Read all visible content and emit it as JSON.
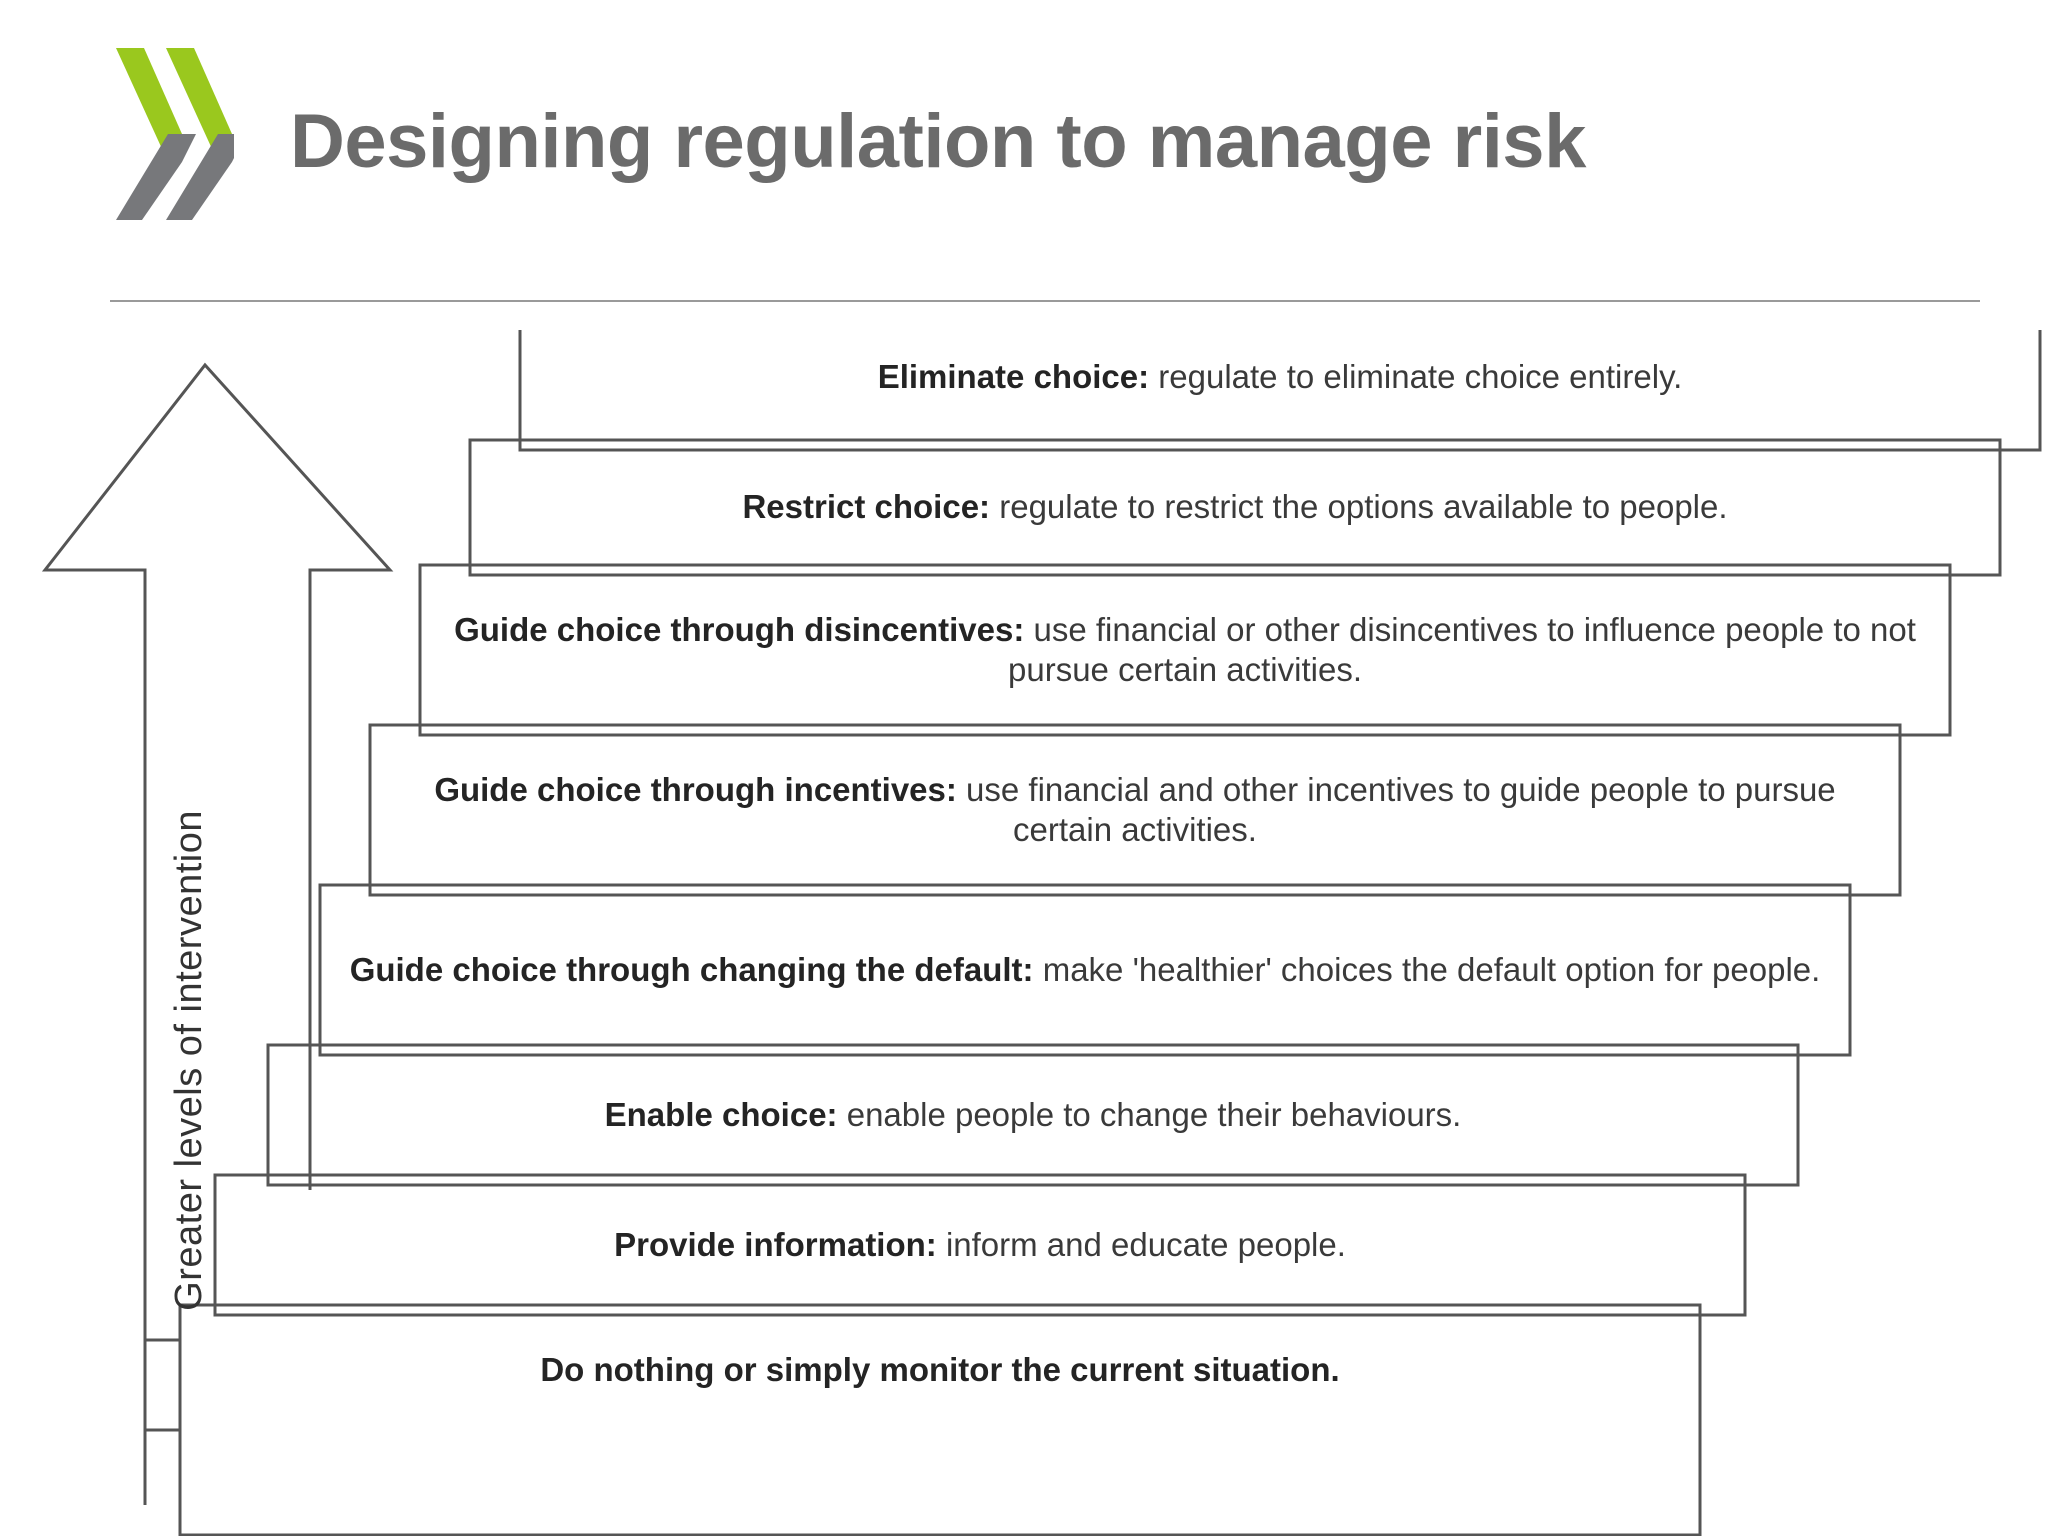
{
  "slide": {
    "title": "Designing regulation to manage risk",
    "logo_name": "double-chevron-logo",
    "colors": {
      "title_gray": "#6b6b6b",
      "logo_green": "#9ac81e",
      "logo_gray": "#77787b",
      "rule_gray": "#9a9a9a",
      "box_border": "#555555",
      "text_dark": "#242424"
    }
  },
  "diagram": {
    "name": "ladder-of-intervention",
    "axis_label": "Greater levels of intervention",
    "arrow_name": "upward-arrow",
    "steps": [
      {
        "level": 8,
        "label": "Eliminate choice:",
        "description": " regulate to eliminate choice entirely.",
        "lines": [
          "Eliminate choice: regulate to eliminate choice entirely."
        ]
      },
      {
        "level": 7,
        "label": "Restrict choice:",
        "description": " regulate to restrict the options available to people.",
        "lines": [
          "Restrict choice: regulate to restrict the options available to people."
        ]
      },
      {
        "level": 6,
        "label": "Guide choice through disincentives:",
        "description": " use financial or other disincentives to influence people to not pursue certain activities.",
        "lines": [
          "Guide choice through disincentives: use financial or other",
          "disincentives to influence people to not pursue certain activities."
        ]
      },
      {
        "level": 5,
        "label": "Guide choice through incentives:",
        "description": " use financial and other incentives to guide people to pursue certain activities.",
        "lines": [
          "Guide choice through incentives: use financial and other",
          "incentives to guide people to pursue certain activities."
        ]
      },
      {
        "level": 4,
        "label": "Guide choice through changing the default:",
        "description": " make 'healthier' choices the default option for people.",
        "lines": [
          "Guide choice through changing the default: make 'healthier'",
          "choices the default option for people."
        ]
      },
      {
        "level": 3,
        "label": "Enable choice:",
        "description": " enable people to change their behaviours.",
        "lines": [
          "Enable choice: enable people to change their behaviours."
        ]
      },
      {
        "level": 2,
        "label": "Provide information:",
        "description": " inform and educate people.",
        "lines": [
          "Provide information: inform and educate people."
        ]
      },
      {
        "level": 1,
        "label": "Do nothing or simply monitor the current situation.",
        "description": "",
        "lines": [
          "Do nothing or simply monitor the current situation."
        ]
      }
    ]
  }
}
